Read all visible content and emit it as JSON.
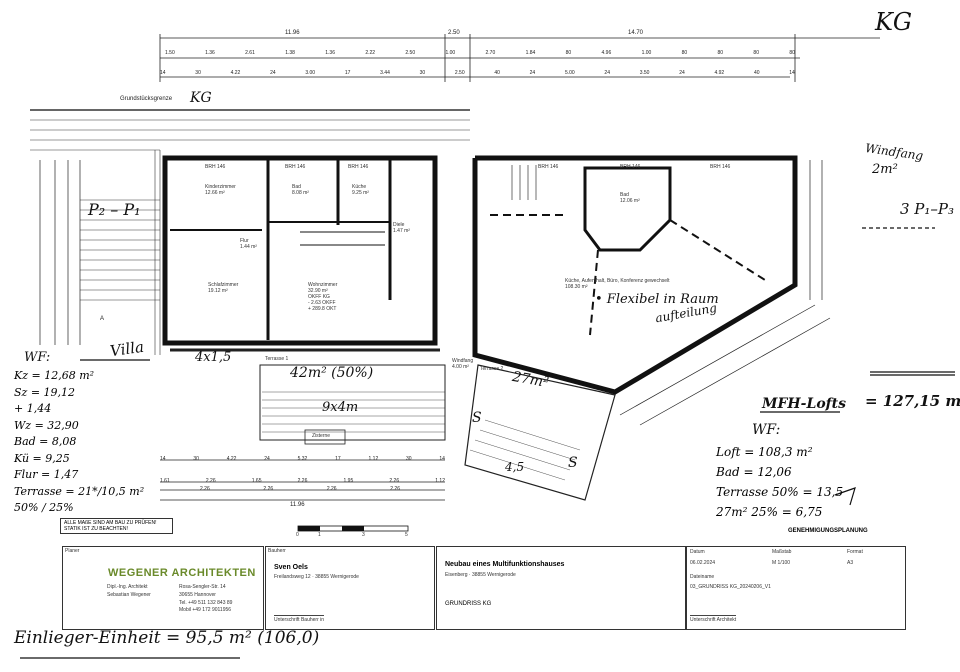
{
  "drawing": {
    "level_tag": "KG",
    "border_label": "Grundstücksgrenze",
    "border_tag": "KG",
    "dims_top": {
      "overall_left": "11.96",
      "overall_mid": "2.50",
      "overall_right": "14.70",
      "row1": [
        "1.50",
        "1.36",
        "2.61",
        "1.38",
        "1.36",
        "2.22",
        "2.50",
        "1.00",
        "2.70",
        "1.84",
        "80",
        "4.96",
        "1.00",
        "80",
        "80",
        "80",
        "80"
      ],
      "row2": [
        "14",
        "30",
        "4.22",
        "24",
        "3.00",
        "17",
        "3.44",
        "30",
        "2.50",
        "40",
        "24",
        "5.00",
        "24",
        "3.50",
        "24",
        "4.92",
        "40",
        "14"
      ]
    },
    "dims_bottom": {
      "row1": [
        "14",
        "30",
        "4.22",
        "24",
        "5.32",
        "17",
        "1.12",
        "30",
        "14"
      ],
      "row2": [
        "1.61",
        "2.26",
        "1.65",
        "2.26",
        "1.95",
        "2.26",
        "1.12"
      ],
      "row3": [
        "2.26",
        "2.26",
        "2.26",
        "2.26"
      ],
      "overall": "11.96"
    },
    "rooms": [
      {
        "name": "Kinderzimmer",
        "area": "12.66 m²"
      },
      {
        "name": "Bad",
        "area": "8.08 m²"
      },
      {
        "name": "Küche",
        "area": "9.25 m²"
      },
      {
        "name": "Flur",
        "area": "1.44 m²"
      },
      {
        "name": "Diele",
        "area": "1.47 m²"
      },
      {
        "name": "Schlafzimmer",
        "area": "19.12 m²"
      },
      {
        "name": "Wohnzimmer",
        "area": "32.90 m²"
      },
      {
        "name": "Bad",
        "area": "12.06 m²"
      },
      {
        "name": "Küche, Aufenthalt, Büro, Konferenz gewechselt",
        "area": "108.30 m²"
      },
      {
        "name": "Terrasse 1",
        "area": ""
      },
      {
        "name": "Terrasse 2",
        "area": ""
      },
      {
        "name": "Windfang",
        "area": "4.00 m²"
      }
    ],
    "window_tags": [
      "BRH 146",
      "BRH 146",
      "BRH 146",
      "BRH 146",
      "BRH 146",
      "BRH 146"
    ],
    "levels": {
      "okff_kg": "OKFF KG",
      "okff_val": "- 2.63 OKFF",
      "okt_val": "+ 289.8 OKT"
    },
    "zisterne": "Zisterne",
    "axis_a": "A"
  },
  "annotations": {
    "kg_top": "KG",
    "p2p1": "P₂ – P₁",
    "windfang": "Windfang",
    "windfang_area": "2m²",
    "p1p3": "3 P₁–P₃",
    "villa": "Villa",
    "four_x": "4x1,5",
    "terrace_area": "42m² (50%)",
    "terrace_dim": "9x4m",
    "terrace2_area": "27m²",
    "flexibel_1": "• Flexibel in Raum",
    "flexibel_2": "aufteilung",
    "wf_title": "WF:",
    "wf_lines": [
      "Kz = 12,68 m²",
      "Sz = 19,12",
      "+ 1,44",
      "Wz = 32,90",
      "Bad = 8,08",
      "Kü = 9,25",
      "Flur = 1,47",
      "Terrasse = 21*/10,5 m²",
      "50% / 25%"
    ],
    "mfh_title": "MFH-Lofts",
    "mfh_total": "= 127,15 m²",
    "wf2_title": "WF:",
    "wf2_lines": [
      "Loft = 108,3 m²",
      "Bad = 12,06",
      "Terrasse 50% = 13,5",
      "27m²   25% = 6,75"
    ],
    "einlieger": "Einlieger-Einheit = 95,5 m² (106,0)",
    "s_mark": "S",
    "s_mark2": "S",
    "terrace2_dim": "4,5"
  },
  "title_block": {
    "note_1": "ALLE MAßE SIND AM BAU ZU PRÜFEN!",
    "note_2": "STATIK IST ZU BEACHTEN!",
    "scale_labels": [
      "0",
      "1",
      "3",
      "5"
    ],
    "genehmigung": "GENEHMIGUNGSPLANUNG",
    "planer_label": "Planer",
    "office": "WEGENER ARCHITEKTEN",
    "office_lines": [
      "Dipl.-Ing. Architekt",
      "Sebastian Wegener",
      "Rosa-Sengler-Str. 14",
      "30655 Hannover",
      "Tel. +49 511 132 843 89",
      "Mobil +49 172 9011956"
    ],
    "bauherr_label": "Bauherr",
    "bauherr_name": "Sven Oels",
    "bauherr_addr": "Freilandsweg 12 · 38855 Wernigerode",
    "bauherr_sign": "Unterschrift Bauherr in",
    "project_title": "Neubau eines Multifunktionshauses",
    "project_addr": "Eisenberg · 38855 Wernigerode",
    "sheet_title": "GRUNDRISS KG",
    "datum_label": "Datum",
    "datum": "06.02.2024",
    "massstab_label": "Maßstab",
    "massstab": "M 1/100",
    "format_label": "Format",
    "format": "A3",
    "datei_label": "Dateiname",
    "datei": "03_GRUNDRISS KG_20240206_V1",
    "architekt_sign": "Unterschrift Architekt"
  }
}
